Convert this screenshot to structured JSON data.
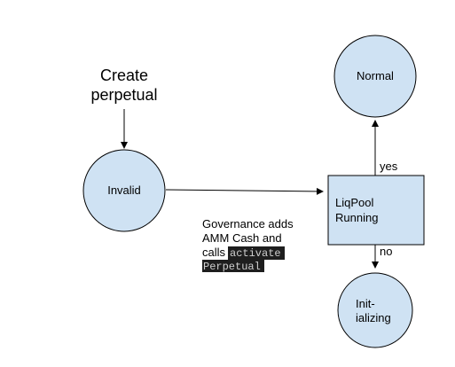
{
  "title_lines": [
    "Create",
    "perpetual"
  ],
  "nodes": {
    "invalid": "Invalid",
    "liqpool_running": [
      "LiqPool",
      "Running"
    ],
    "normal": "Normal",
    "initializing": [
      "Init-",
      "ializing"
    ]
  },
  "edge_labels": {
    "yes": "yes",
    "no": "no"
  },
  "governance_note": {
    "lines": [
      "Governance adds",
      "AMM Cash and"
    ],
    "prefix": "calls",
    "code_lines": [
      "activate",
      "Perpetual"
    ]
  },
  "colors": {
    "node_fill": "#cfe2f3",
    "stroke": "#000000",
    "code_background": "#1e1e1e",
    "code_text": "#cfcfcf"
  }
}
